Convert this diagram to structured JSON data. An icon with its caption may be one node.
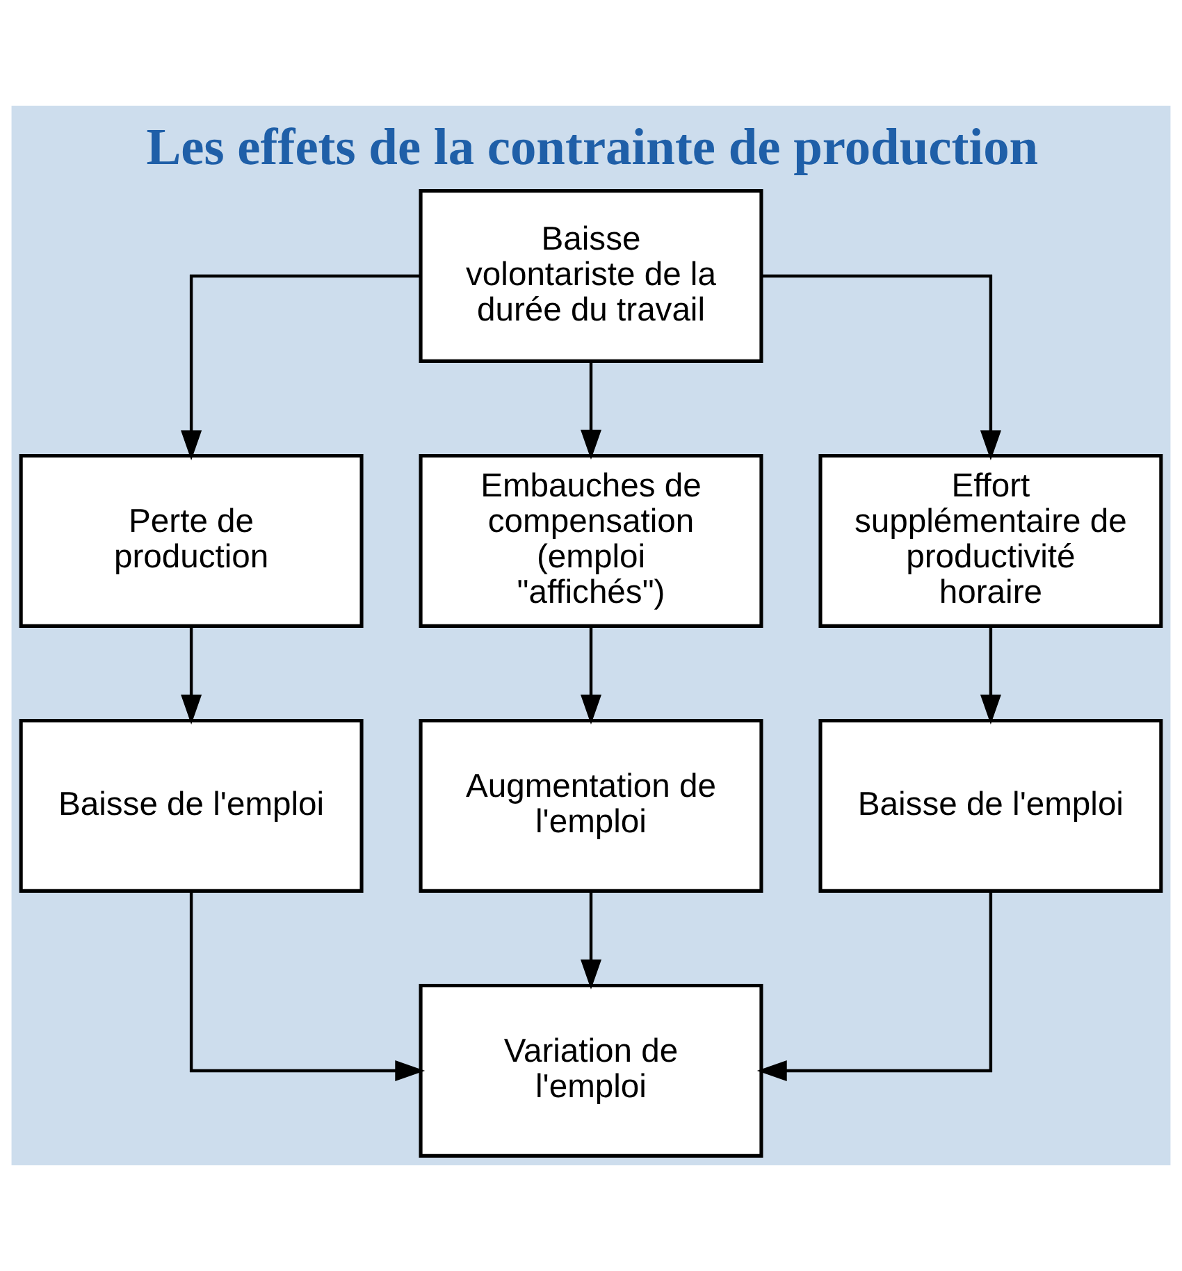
{
  "diagram": {
    "title": "Les effets de la contrainte de production",
    "nodes": [
      {
        "text": [
          "Baisse volontariste de la durée du travail"
        ]
      },
      {
        "text": [
          "Perte de production"
        ]
      },
      {
        "text": [
          "Embauches de compensation (emploi \"affichés\")"
        ]
      },
      {
        "text": [
          "Effort supplémentaire de productivité horaire"
        ]
      },
      {
        "text": [
          "Baisse de l'emploi"
        ]
      },
      {
        "text": [
          "Augmentation de l'emploi"
        ]
      },
      {
        "text": [
          "Baisse de l'emploi"
        ]
      },
      {
        "text": [
          "Variation de l'emploi"
        ]
      }
    ],
    "edges": [
      {
        "from": 0,
        "to": 1,
        "arrow": "to"
      },
      {
        "from": 0,
        "to": 2,
        "arrow": "to"
      },
      {
        "from": 0,
        "to": 3,
        "arrow": "to"
      },
      {
        "from": 1,
        "to": 4,
        "arrow": "to"
      },
      {
        "from": 2,
        "to": 5,
        "arrow": "to"
      },
      {
        "from": 3,
        "to": 6,
        "arrow": "to"
      },
      {
        "from": 4,
        "to": 7,
        "arrow": "to"
      },
      {
        "from": 5,
        "to": 7,
        "arrow": "to"
      },
      {
        "from": 6,
        "to": 7,
        "arrow": "to"
      }
    ]
  }
}
